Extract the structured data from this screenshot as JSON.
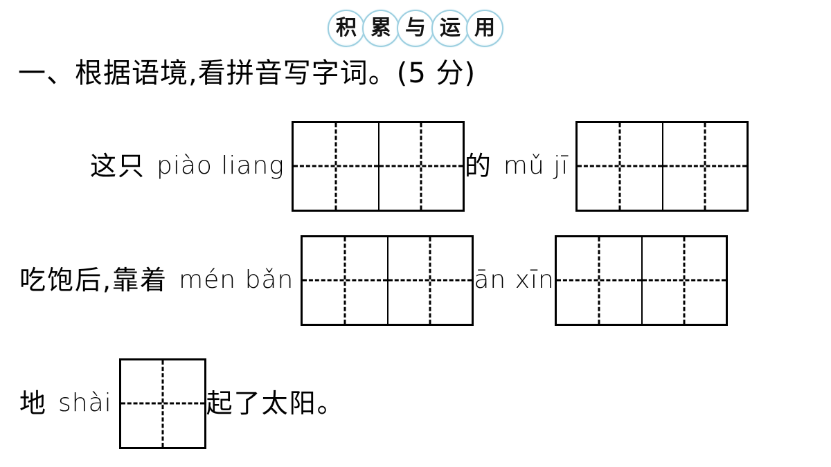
{
  "banner": {
    "name": "积累与运用",
    "characters": [
      "积",
      "累",
      "与",
      "运",
      "用"
    ],
    "ring_color": "#9ccfe0"
  },
  "heading": {
    "text": "一、根据语境,看拼音写字词。(5 分)",
    "number": "一",
    "instruction": "根据语境,看拼音写字词。",
    "points": "(5 分)"
  },
  "questions": [
    {
      "id": "row-1",
      "segments": [
        {
          "type": "hanzi",
          "text": "这只"
        },
        {
          "type": "pinyin",
          "text": "piào liang"
        },
        {
          "type": "grid",
          "cells": 2
        },
        {
          "type": "hanzi",
          "text": "的"
        },
        {
          "type": "pinyin",
          "text": "mǔ jī"
        },
        {
          "type": "grid",
          "cells": 2
        }
      ]
    },
    {
      "id": "row-2",
      "segments": [
        {
          "type": "hanzi",
          "text": "吃饱后,靠着"
        },
        {
          "type": "pinyin",
          "text": "mén bǎn"
        },
        {
          "type": "grid",
          "cells": 2
        },
        {
          "type": "pinyin",
          "text": "ān xīn"
        },
        {
          "type": "grid",
          "cells": 2
        }
      ]
    },
    {
      "id": "row-3",
      "segments": [
        {
          "type": "hanzi",
          "text": "地"
        },
        {
          "type": "pinyin",
          "text": "shài"
        },
        {
          "type": "grid",
          "cells": 1
        },
        {
          "type": "hanzi",
          "text": "起了太阳。"
        }
      ]
    }
  ],
  "row1": {
    "hanzi_a": "这只",
    "pinyin_a": "piào liang",
    "hanzi_b": "的",
    "pinyin_b": "mǔ jī"
  },
  "row2": {
    "hanzi_a": "吃饱后,靠着",
    "pinyin_a": "mén bǎn",
    "pinyin_b": "ān xīn"
  },
  "row3": {
    "hanzi_a": "地",
    "pinyin_a": "shài",
    "hanzi_b": "起了太阳。"
  }
}
